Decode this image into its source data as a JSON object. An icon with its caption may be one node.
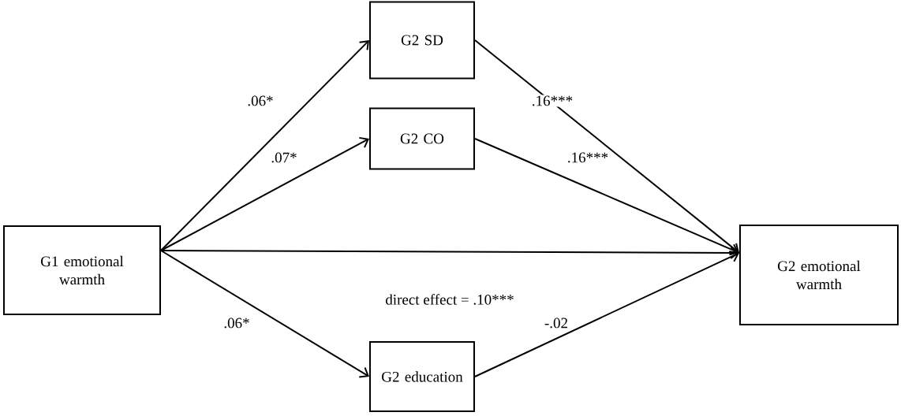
{
  "diagram": {
    "nodes": [
      {
        "text": [
          "G1 emotional warmth"
        ]
      },
      {
        "text": [
          "G2 SD"
        ]
      },
      {
        "text": [
          "G2 CO"
        ]
      },
      {
        "text": [
          "G2 emotional warmth"
        ]
      },
      {
        "text": [
          "G2 education"
        ]
      }
    ],
    "edges": [
      {
        "from": 0,
        "to": 1,
        "arrow": "to",
        "label": ".06*"
      },
      {
        "from": 0,
        "to": 2,
        "arrow": "to",
        "label": ".07*"
      },
      {
        "from": 0,
        "to": 3,
        "arrow": "to",
        "label": "direct effect = .10***"
      },
      {
        "from": 0,
        "to": 4,
        "arrow": "to",
        "label": ".06*"
      },
      {
        "from": 1,
        "to": 3,
        "arrow": "to",
        "label": ".16***"
      },
      {
        "from": 2,
        "to": 3,
        "arrow": "to",
        "label": ".16***"
      },
      {
        "from": 4,
        "to": 3,
        "arrow": "to",
        "label": "-.02"
      }
    ]
  }
}
